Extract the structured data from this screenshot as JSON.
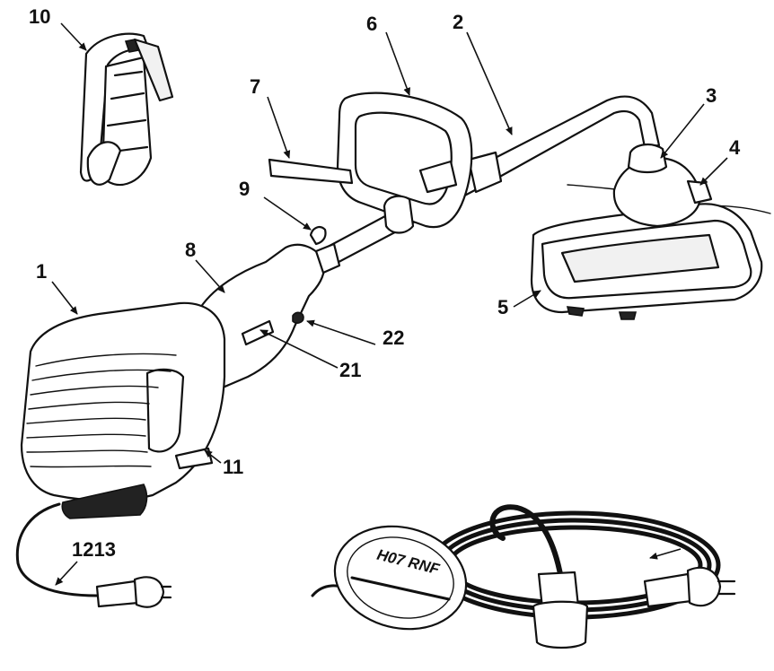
{
  "callouts": {
    "c1": "1",
    "c2": "2",
    "c3": "3",
    "c4": "4",
    "c5": "5",
    "c6": "6",
    "c7": "7",
    "c8": "8",
    "c9": "9",
    "c10": "10",
    "c11": "11",
    "c21": "21",
    "c22": "22",
    "c1213": "1213"
  },
  "cable_tag": "H07 RNF",
  "colors": {
    "line": "#111111",
    "background": "#ffffff"
  }
}
